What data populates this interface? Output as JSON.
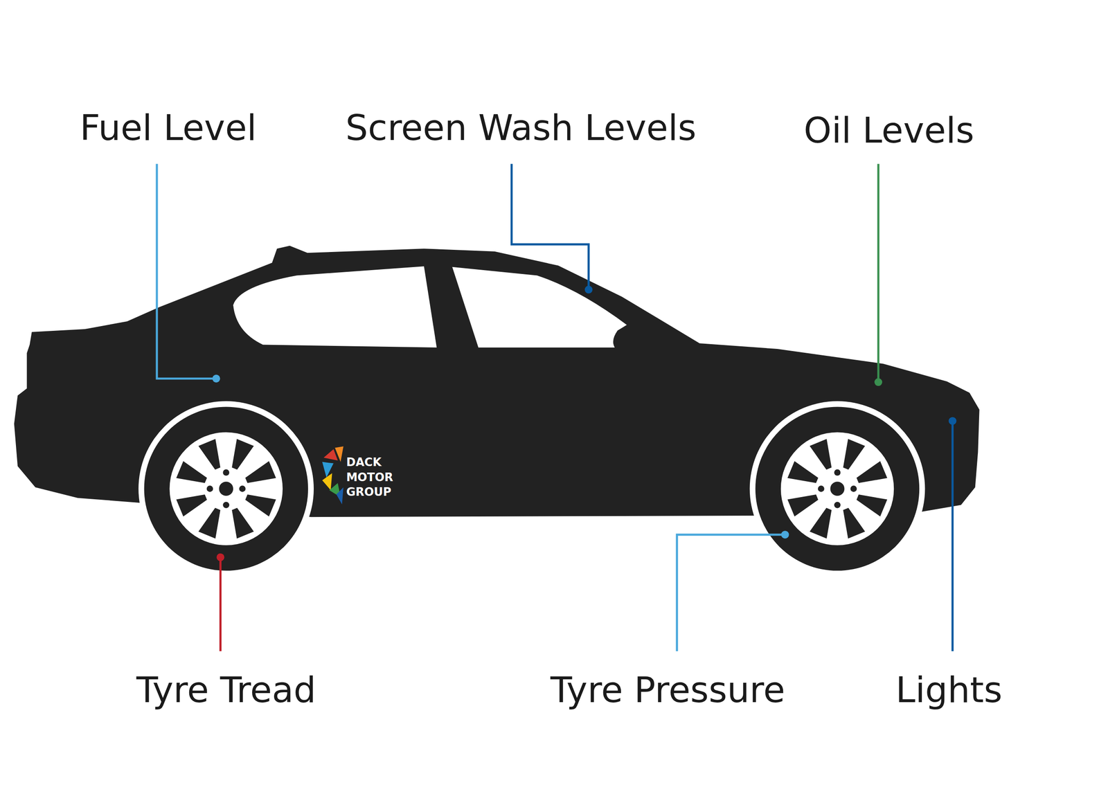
{
  "diagram": {
    "labels": [
      "Fuel Level",
      "Screen Wash Levels",
      "Oil Levels",
      "DACK MOTOR GROUP",
      "Tyre Tread",
      "Tyre Pressure",
      "Lights"
    ]
  }
}
